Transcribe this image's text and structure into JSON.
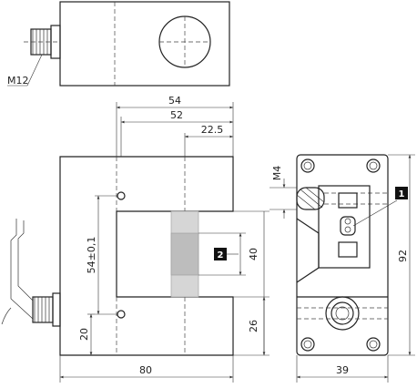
{
  "dimensions": {
    "thread_top": "M12",
    "overall_width": "54",
    "inner_width": "52",
    "half_width": "22.5",
    "hole_spacing": "54±0,1",
    "beam_height": "40",
    "hole_offset": "20",
    "slot_bottom": "26",
    "total_length": "80",
    "mount_thread": "M4",
    "side_height": "92",
    "side_width": "39"
  },
  "callouts": {
    "c1": "1",
    "c2": "2"
  }
}
